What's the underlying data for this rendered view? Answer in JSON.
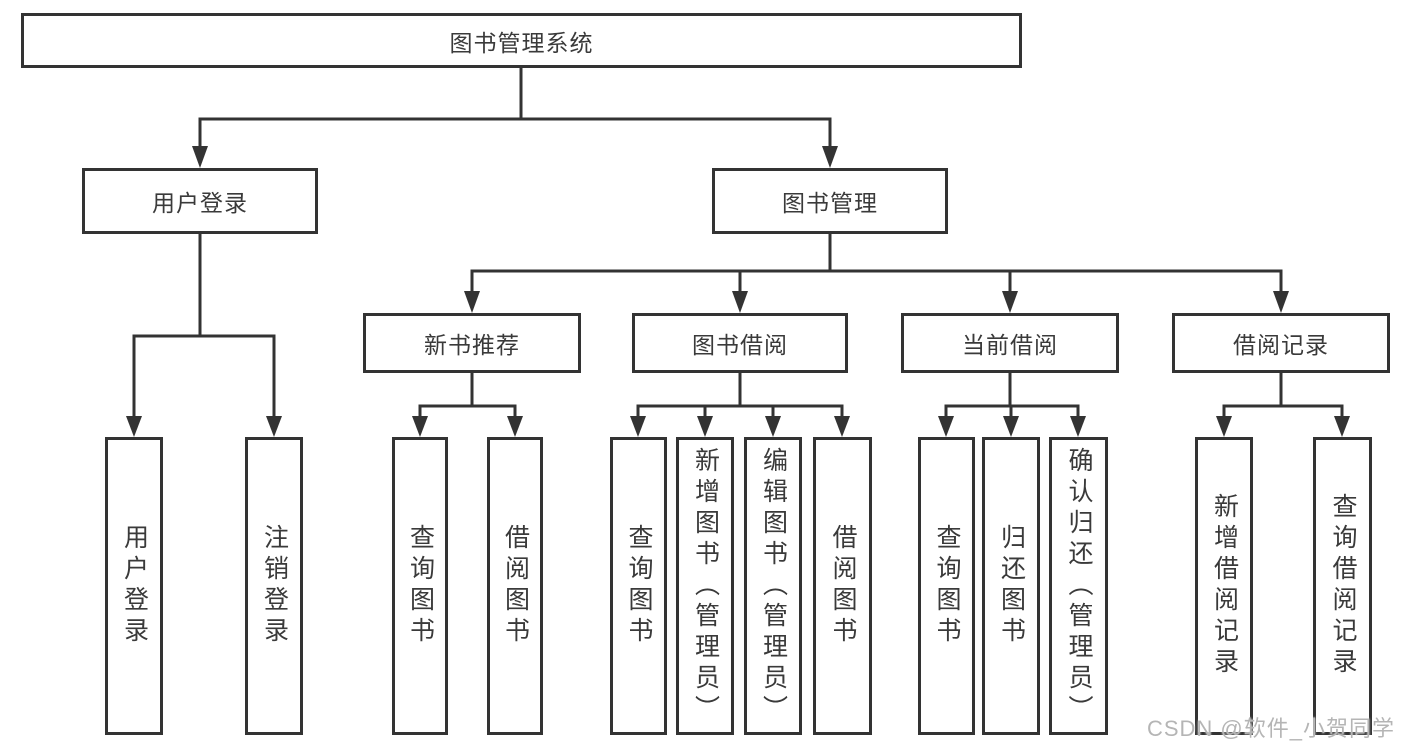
{
  "diagram": {
    "root": {
      "label": "图书管理系统"
    },
    "level1": [
      {
        "label": "用户登录"
      },
      {
        "label": "图书管理"
      }
    ],
    "level2": [
      {
        "label": "新书推荐"
      },
      {
        "label": "图书借阅"
      },
      {
        "label": "当前借阅"
      },
      {
        "label": "借阅记录"
      }
    ],
    "leaves": [
      {
        "label": "用户登录"
      },
      {
        "label": "注销登录"
      },
      {
        "label": "查询图书"
      },
      {
        "label": "借阅图书"
      },
      {
        "label": "查询图书"
      },
      {
        "label": "新增图书（管理员）"
      },
      {
        "label": "编辑图书（管理员）"
      },
      {
        "label": "借阅图书"
      },
      {
        "label": "查询图书"
      },
      {
        "label": "归还图书"
      },
      {
        "label": "确认归还（管理员）"
      },
      {
        "label": "新增借阅记录"
      },
      {
        "label": "查询借阅记录"
      }
    ]
  },
  "watermark": {
    "text": "CSDN @软件_小贺同学"
  },
  "colors": {
    "line": "#333333",
    "node_border": "#333333",
    "text": "#3a3a3a",
    "watermark": "#b5b5b5",
    "background": "#ffffff"
  }
}
